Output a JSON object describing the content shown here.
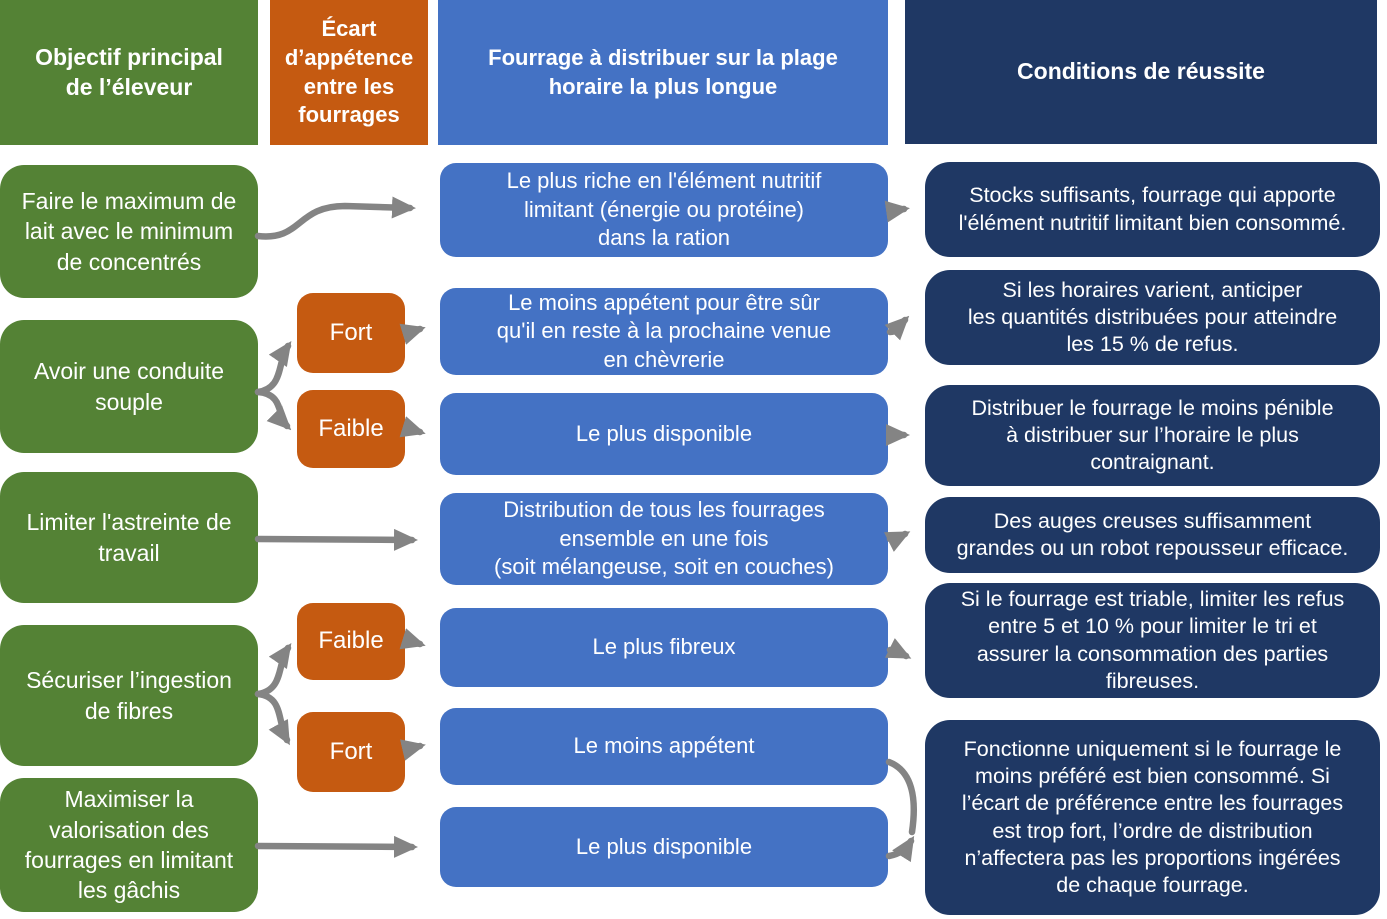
{
  "diagram": {
    "headers": {
      "objective": "Objectif principal\nde l’éleveur",
      "gap": "Écart\nd’appétence\nentre les\nfourrages",
      "forage": "Fourrage à distribuer sur la plage\nhoraire la plus longue",
      "conditions": "Conditions de réussite"
    },
    "objectives": [
      {
        "text": "Faire le maximum de\nlait avec le minimum\nde concentrés"
      },
      {
        "text": "Avoir une conduite\nsouple"
      },
      {
        "text": "Limiter l'astreinte de\ntravail"
      },
      {
        "text": "Sécuriser l’ingestion\nde fibres"
      },
      {
        "text": "Maximiser la\nvalorisation des\nfourrages en limitant\nles gâchis"
      }
    ],
    "gaps": [
      {
        "text": "Fort"
      },
      {
        "text": "Faible"
      },
      {
        "text": "Faible"
      },
      {
        "text": "Fort"
      }
    ],
    "forages": [
      {
        "text": "Le plus riche en l'élément nutritif\nlimitant (énergie ou protéine)\ndans la ration"
      },
      {
        "text": "Le moins appétent pour être sûr\nqu'il en reste à la prochaine venue\nen chèvrerie"
      },
      {
        "text": "Le plus disponible"
      },
      {
        "text": "Distribution de tous les fourrages\nensemble en une fois\n(soit mélangeuse, soit en couches)"
      },
      {
        "text": "Le plus fibreux"
      },
      {
        "text": "Le moins appétent"
      },
      {
        "text": "Le plus disponible"
      }
    ],
    "conditions": [
      {
        "text": "Stocks suffisants, fourrage qui apporte\nl'élément nutritif limitant bien consommé."
      },
      {
        "text": "Si les horaires varient, anticiper\nles quantités distribuées pour atteindre\nles 15 % de refus."
      },
      {
        "text": "Distribuer le fourrage le moins pénible\nà distribuer sur l’horaire le plus\ncontraignant."
      },
      {
        "text": "Des auges creuses suffisamment\ngrandes ou un robot repousseur efficace."
      },
      {
        "text": "Si le fourrage est triable, limiter les refus\nentre 5 et 10 %  pour limiter le tri et\nassurer la consommation des parties\nfibreuses."
      },
      {
        "text": "Fonctionne uniquement si le fourrage le\nmoins préféré est bien consommé. Si\nl’écart de préférence entre les fourrages\nest trop fort, l’ordre de distribution\nn’affectera pas les proportions ingérées\nde chaque fourrage."
      }
    ],
    "colors": {
      "green": "#548235",
      "orange": "#C55A11",
      "blue": "#4472C4",
      "navy": "#1F3864",
      "arrow": "#848484"
    }
  }
}
